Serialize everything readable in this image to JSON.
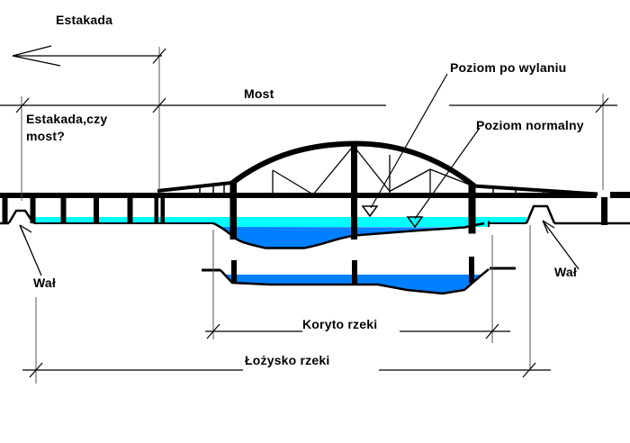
{
  "labels": {
    "estakada": "Estakada",
    "most": "Most",
    "question_line1": "Estakada,czy",
    "question_line2": "most?",
    "flood_level": "Poziom po wylaniu",
    "normal_level": "Poziom normalny",
    "levee_left": "Wał",
    "levee_right": "Wał",
    "river_channel": "Koryto rzeki",
    "river_bed": "Łożysko rzeki"
  },
  "colors": {
    "flood_water": "#00ffff",
    "normal_water": "#0080ff",
    "outline": "#000000"
  }
}
